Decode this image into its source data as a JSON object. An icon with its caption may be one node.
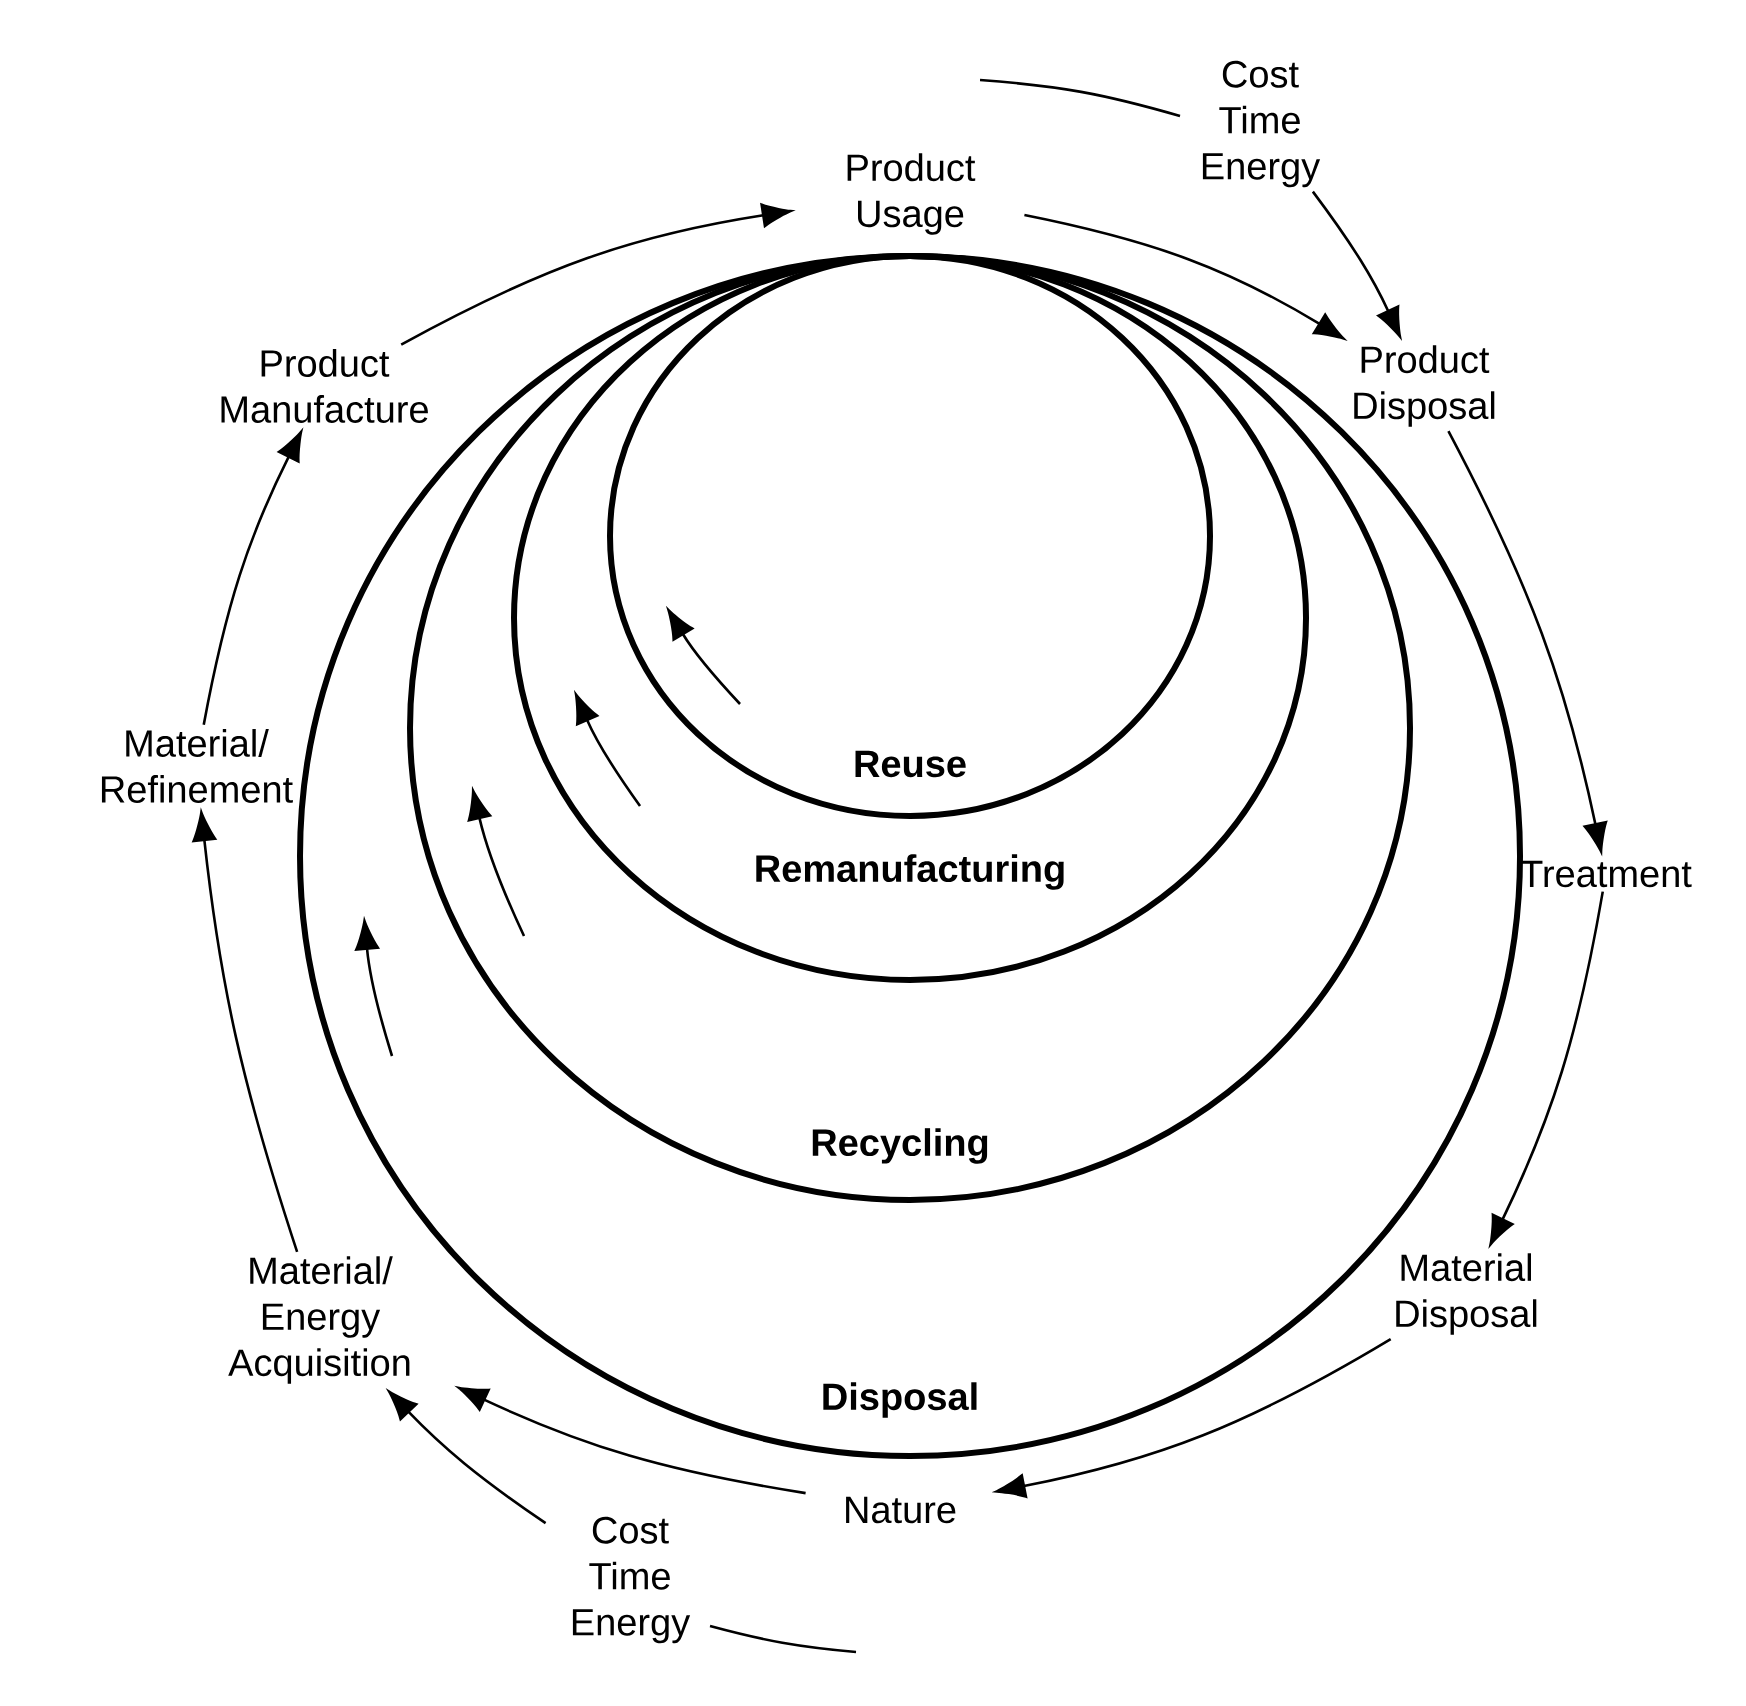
{
  "diagram": {
    "nodes": [
      {
        "text": [
          "Product Usage"
        ]
      },
      {
        "text": [
          "Product Disposal"
        ]
      },
      {
        "text": [
          "Treatment"
        ]
      },
      {
        "text": [
          "Material Disposal"
        ]
      },
      {
        "text": [
          "Nature"
        ]
      },
      {
        "text": [
          "Material/ Energy Acquisition"
        ]
      },
      {
        "text": [
          "Material/ Refinement"
        ]
      },
      {
        "text": [
          "Product Manufacture"
        ]
      },
      {
        "text": [
          "Disposal"
        ]
      },
      {
        "text": [
          "Recycling"
        ],
        "in": 8
      },
      {
        "text": [
          "Remanufacturing"
        ],
        "in": 9
      },
      {
        "text": [
          "Reuse"
        ],
        "in": 10
      },
      {
        "text": [
          "Cost Time Energy"
        ]
      },
      {
        "text": [
          "Cost Time Energy"
        ]
      }
    ],
    "edges": [
      {
        "from": 7,
        "to": 0,
        "arrow": "to"
      },
      {
        "from": 0,
        "to": 1,
        "arrow": "to"
      },
      {
        "from": 1,
        "to": 2,
        "arrow": "to"
      },
      {
        "from": 2,
        "to": 3,
        "arrow": "to"
      },
      {
        "from": 3,
        "to": 4,
        "arrow": "to"
      },
      {
        "from": 4,
        "to": 5,
        "arrow": "to"
      },
      {
        "from": 5,
        "to": 6,
        "arrow": "to"
      },
      {
        "from": 6,
        "to": 7,
        "arrow": "to"
      },
      {
        "from": 12,
        "to": 1,
        "arrow": "to"
      },
      {
        "from": 13,
        "to": 5,
        "arrow": "to"
      }
    ]
  }
}
